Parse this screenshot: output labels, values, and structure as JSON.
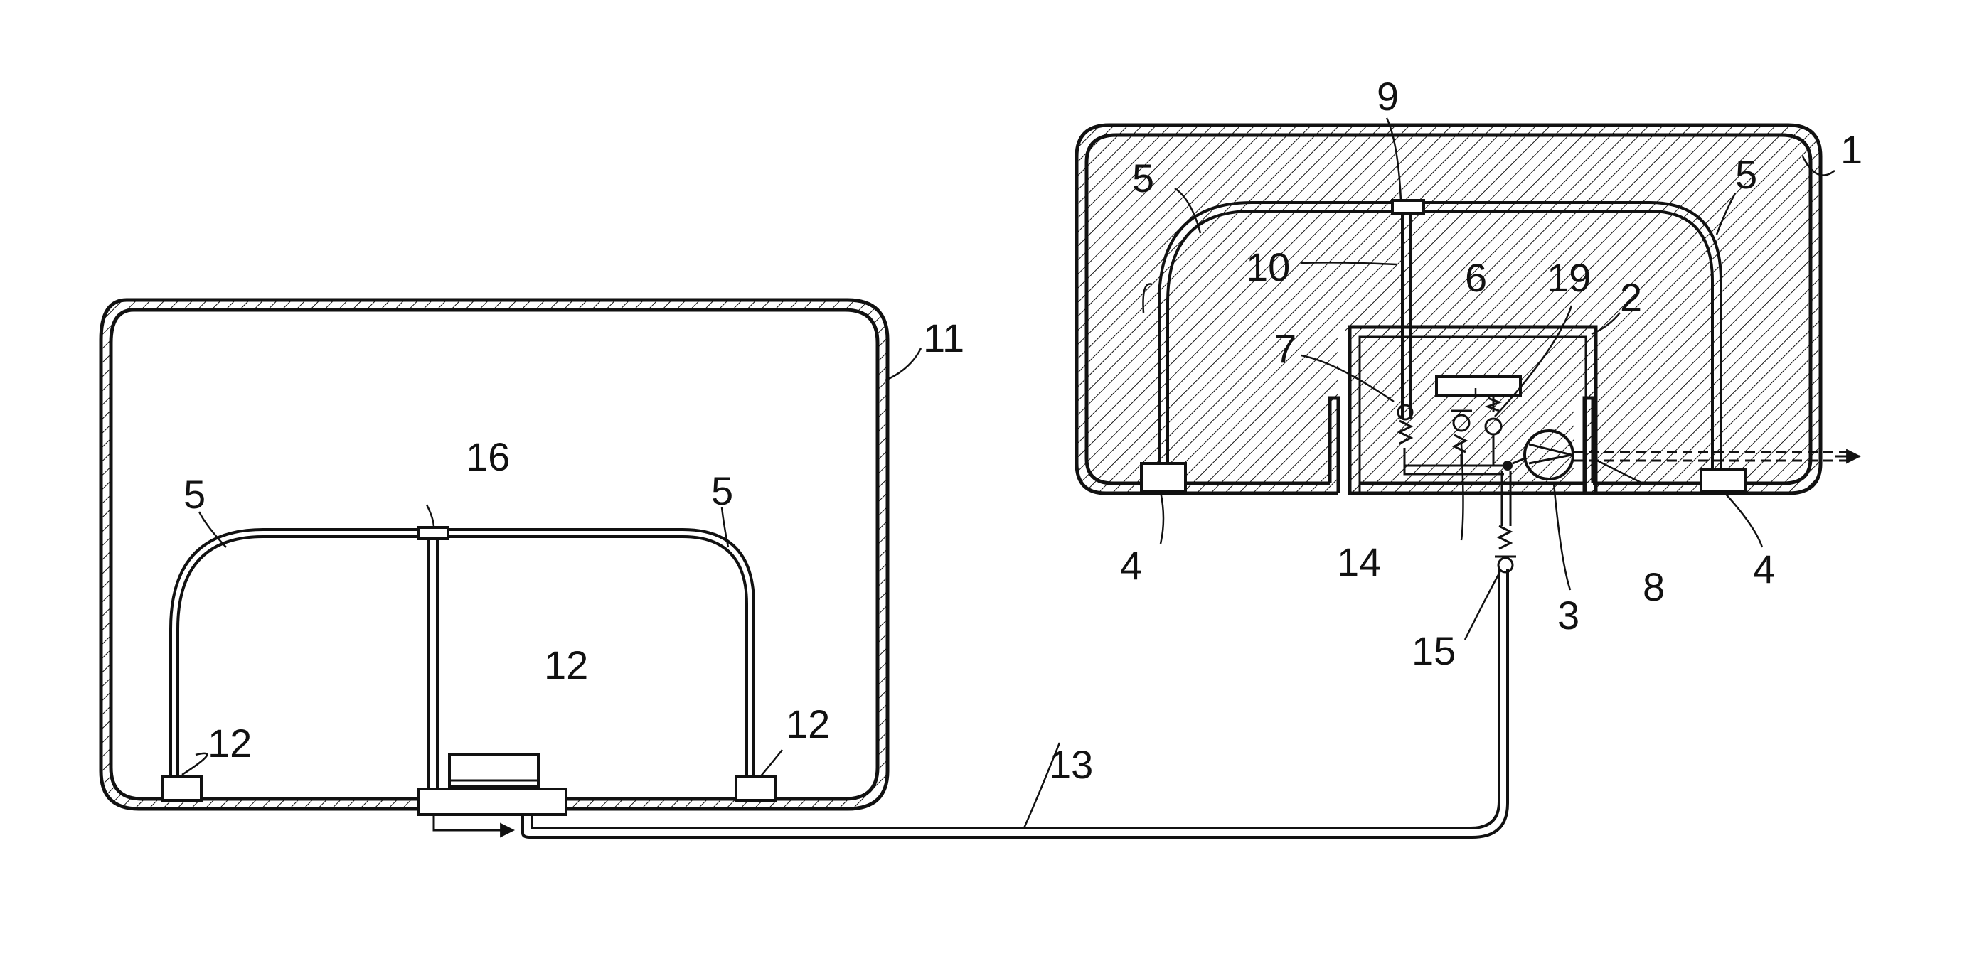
{
  "diagram": {
    "labels": {
      "tank_right": "1",
      "inner_vessel": "2",
      "pump": "3",
      "foot_left_right_tank": "4",
      "foot_right_right_tank": "4",
      "pipe_left_right_tank": "5",
      "pipe_right_right_tank": "5",
      "pipe_left_left_tank": "5",
      "pipe_right_left_tank": "5",
      "sensor": "6",
      "valve_left": "7",
      "outlet": "8",
      "tee_right": "9",
      "vertical_pipe": "10",
      "tank_left": "11",
      "foot_left_left_tank": "12",
      "center_box": "12",
      "foot_right_left_tank": "12",
      "connecting_pipe": "13",
      "valve_middle": "14",
      "check_valve": "15",
      "tee_left": "16",
      "valve_right": "19"
    }
  }
}
